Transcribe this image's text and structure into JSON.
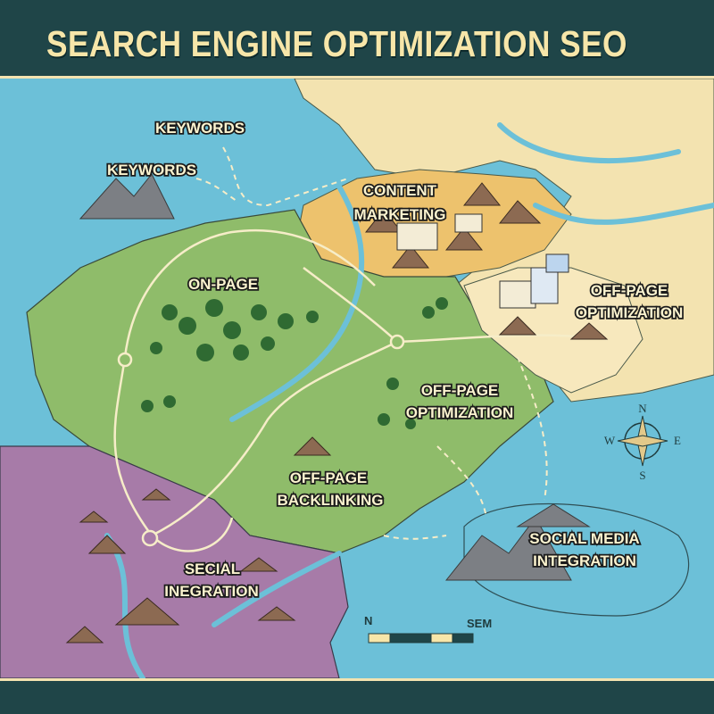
{
  "title": "SEARCH ENGINE OPTIMIZATION SEO",
  "colors": {
    "header": "#1f4548",
    "title_text": "#f7e6a9",
    "water": "#6cc0d8",
    "land_green": "#8fbc6a",
    "land_cream": "#f3e3b0",
    "land_orange": "#edc26d",
    "land_purple": "#a77ba8",
    "roads": "#f6edc8"
  },
  "labels": {
    "keywords_1": "KEYWORDS",
    "keywords_2": "KEYWORDS",
    "content_marketing": [
      "CONTENT",
      "MARKETING"
    ],
    "on_page": "ON-PAGE",
    "off_page_optimization_east": [
      "OFF-PAGE",
      "OPTIMIZATION"
    ],
    "off_page_optimization_central": [
      "OFF-PAGE",
      "OPTIMIZATION"
    ],
    "off_page_backlinking": [
      "OFF-PAGE",
      "BACKLINKING"
    ],
    "social_media_integration": [
      "SOCIAL MEDIA",
      "INTEGRATION"
    ],
    "secial_inegration": [
      "SECIAL",
      "INEGRATION"
    ]
  },
  "compass": {
    "n": "N",
    "e": "E",
    "s": "S",
    "w": "W",
    "icon": "compass-rose-icon"
  },
  "scale_bar": {
    "left_label": "N",
    "right_label": "SEM",
    "icon": "scale-bar-icon"
  }
}
